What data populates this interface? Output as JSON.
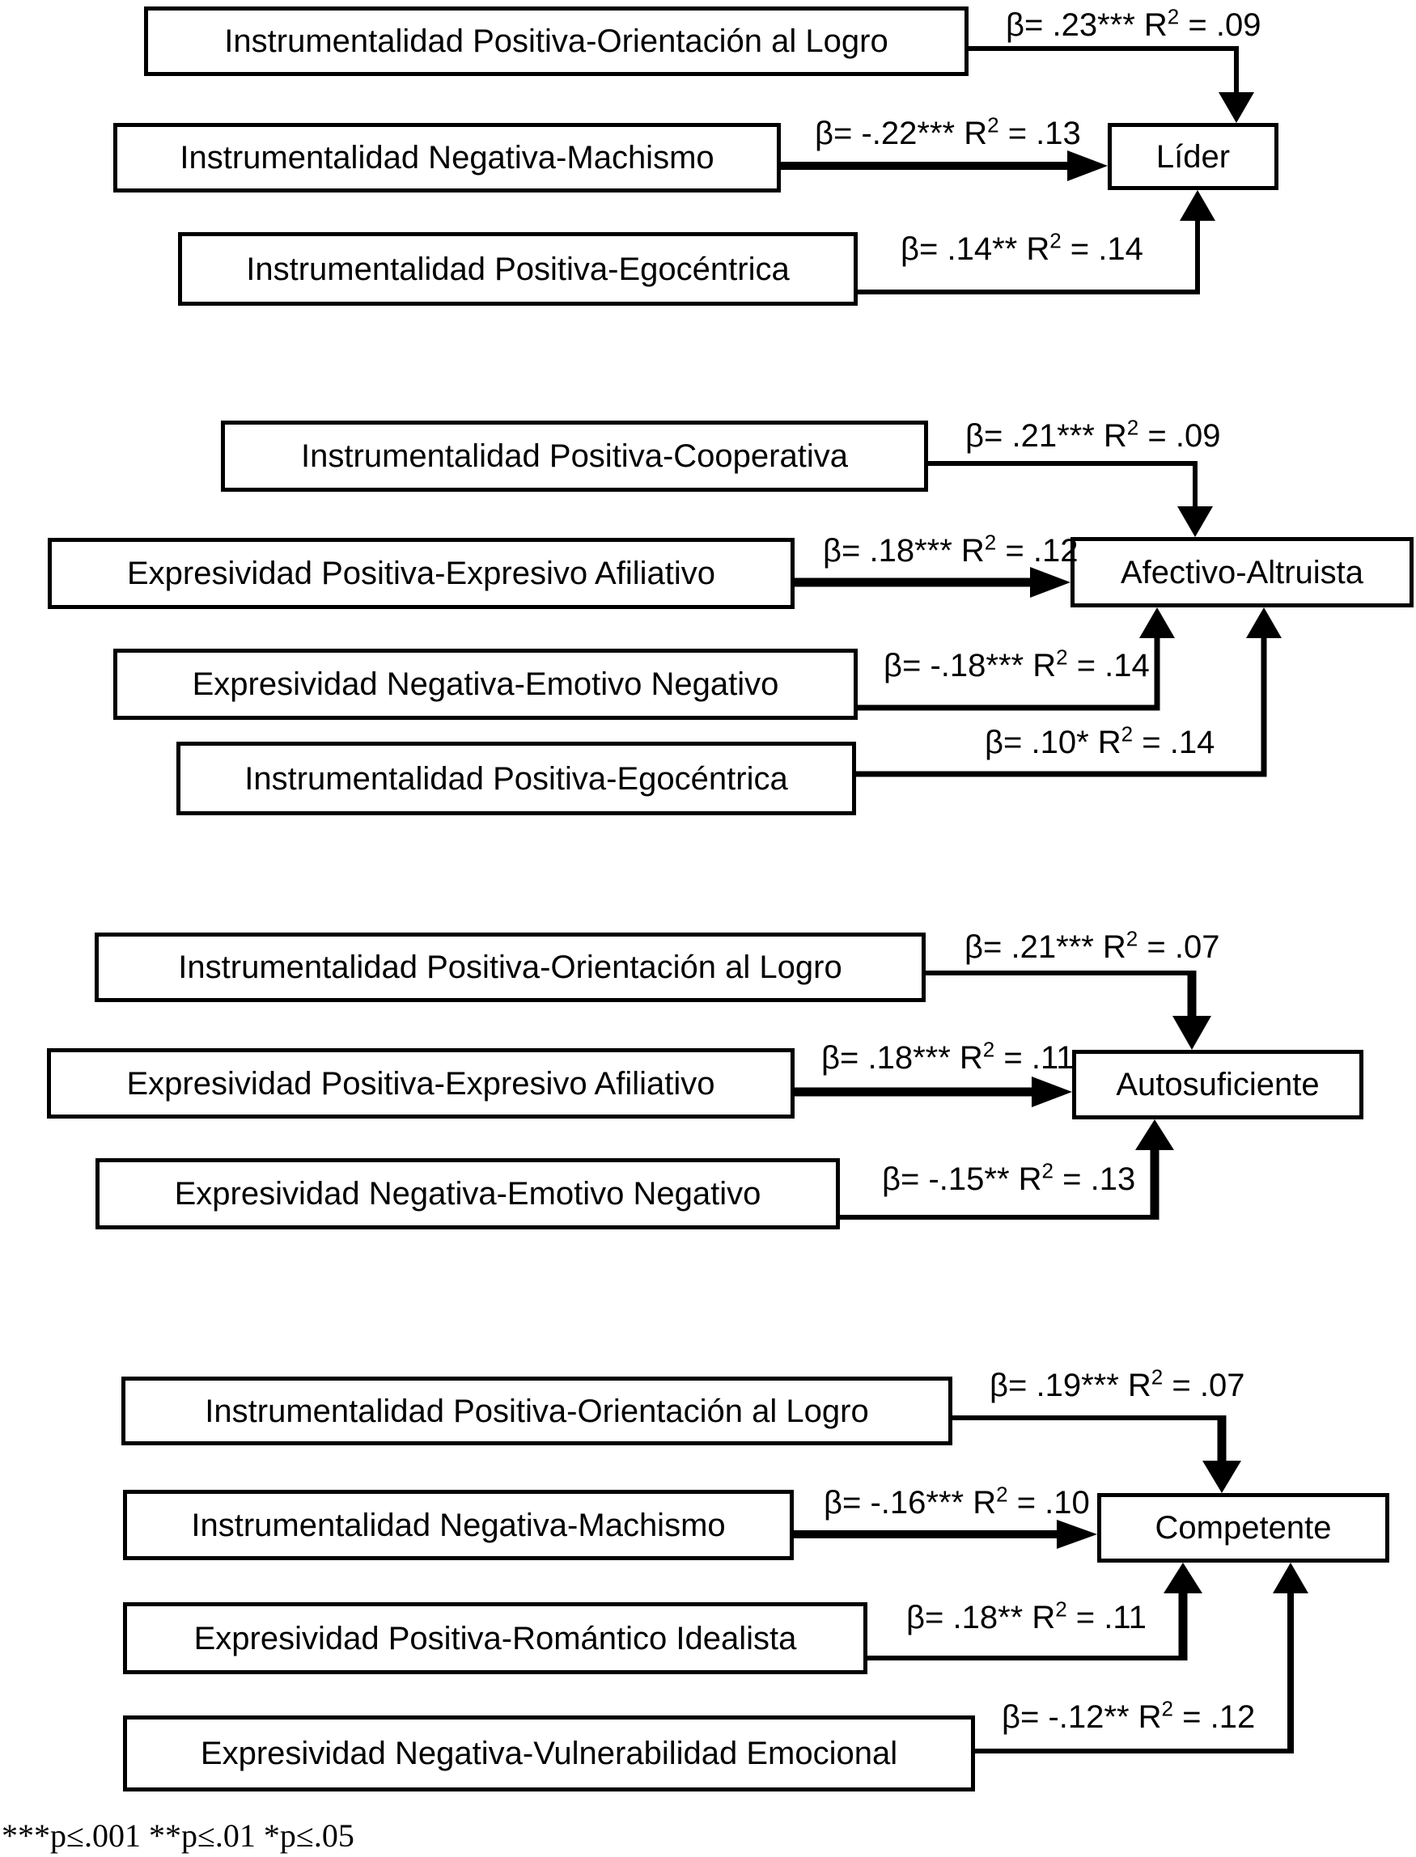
{
  "diagram_title": "",
  "footnote": "***p≤.001 **p≤.01 *p≤.05",
  "groups": [
    {
      "outcome": "Líder",
      "paths": [
        {
          "predictor": "Instrumentalidad Positiva-Orientación al Logro",
          "beta": 0.23,
          "sig": "***",
          "r2": 0.09,
          "label_pre": "β= .23*** R",
          "label_sup": "2",
          "label_post": " = .09"
        },
        {
          "predictor": "Instrumentalidad Negativa-Machismo",
          "beta": -0.22,
          "sig": "***",
          "r2": 0.13,
          "label_pre": "β= -.22*** R",
          "label_sup": "2",
          "label_post": " = .13"
        },
        {
          "predictor": "Instrumentalidad Positiva-Egocéntrica",
          "beta": 0.14,
          "sig": "**",
          "r2": 0.14,
          "label_pre": "β= .14** R",
          "label_sup": "2",
          "label_post": " = .14"
        }
      ]
    },
    {
      "outcome": "Afectivo-Altruista",
      "paths": [
        {
          "predictor": "Instrumentalidad Positiva-Cooperativa",
          "beta": 0.21,
          "sig": "***",
          "r2": 0.09,
          "label_pre": "β= .21*** R",
          "label_sup": "2",
          "label_post": " = .09"
        },
        {
          "predictor": "Expresividad Positiva-Expresivo Afiliativo",
          "beta": 0.18,
          "sig": "***",
          "r2": 0.12,
          "label_pre": "β= .18*** R",
          "label_sup": "2",
          "label_post": " = .12"
        },
        {
          "predictor": "Expresividad Negativa-Emotivo Negativo",
          "beta": -0.18,
          "sig": "***",
          "r2": 0.14,
          "label_pre": "β= -.18*** R",
          "label_sup": "2",
          "label_post": " = .14"
        },
        {
          "predictor": "Instrumentalidad Positiva-Egocéntrica",
          "beta": 0.1,
          "sig": "*",
          "r2": 0.14,
          "label_pre": "β= .10* R",
          "label_sup": "2",
          "label_post": " = .14"
        }
      ]
    },
    {
      "outcome": "Autosuficiente",
      "paths": [
        {
          "predictor": "Instrumentalidad Positiva-Orientación al Logro",
          "beta": 0.21,
          "sig": "***",
          "r2": 0.07,
          "label_pre": "β= .21*** R",
          "label_sup": "2",
          "label_post": " = .07"
        },
        {
          "predictor": "Expresividad Positiva-Expresivo Afiliativo",
          "beta": 0.18,
          "sig": "***",
          "r2": 0.11,
          "label_pre": "β= .18*** R",
          "label_sup": "2",
          "label_post": " = .11"
        },
        {
          "predictor": "Expresividad Negativa-Emotivo Negativo",
          "beta": -0.15,
          "sig": "**",
          "r2": 0.13,
          "label_pre": "β= -.15** R",
          "label_sup": "2",
          "label_post": " = .13"
        }
      ]
    },
    {
      "outcome": "Competente",
      "paths": [
        {
          "predictor": "Instrumentalidad Positiva-Orientación al Logro",
          "beta": 0.19,
          "sig": "***",
          "r2": 0.07,
          "label_pre": "β= .19*** R",
          "label_sup": "2",
          "label_post": " = .07"
        },
        {
          "predictor": "Instrumentalidad Negativa-Machismo",
          "beta": -0.16,
          "sig": "***",
          "r2": 0.1,
          "label_pre": "β= -.16*** R",
          "label_sup": "2",
          "label_post": " = .10"
        },
        {
          "predictor": "Expresividad Positiva-Romántico Idealista",
          "beta": 0.18,
          "sig": "**",
          "r2": 0.11,
          "label_pre": "β= .18** R",
          "label_sup": "2",
          "label_post": " = .11"
        },
        {
          "predictor": "Expresividad Negativa-Vulnerabilidad Emocional",
          "beta": -0.12,
          "sig": "**",
          "r2": 0.12,
          "label_pre": "β= -.12** R",
          "label_sup": "2",
          "label_post": " = .12"
        }
      ]
    }
  ]
}
